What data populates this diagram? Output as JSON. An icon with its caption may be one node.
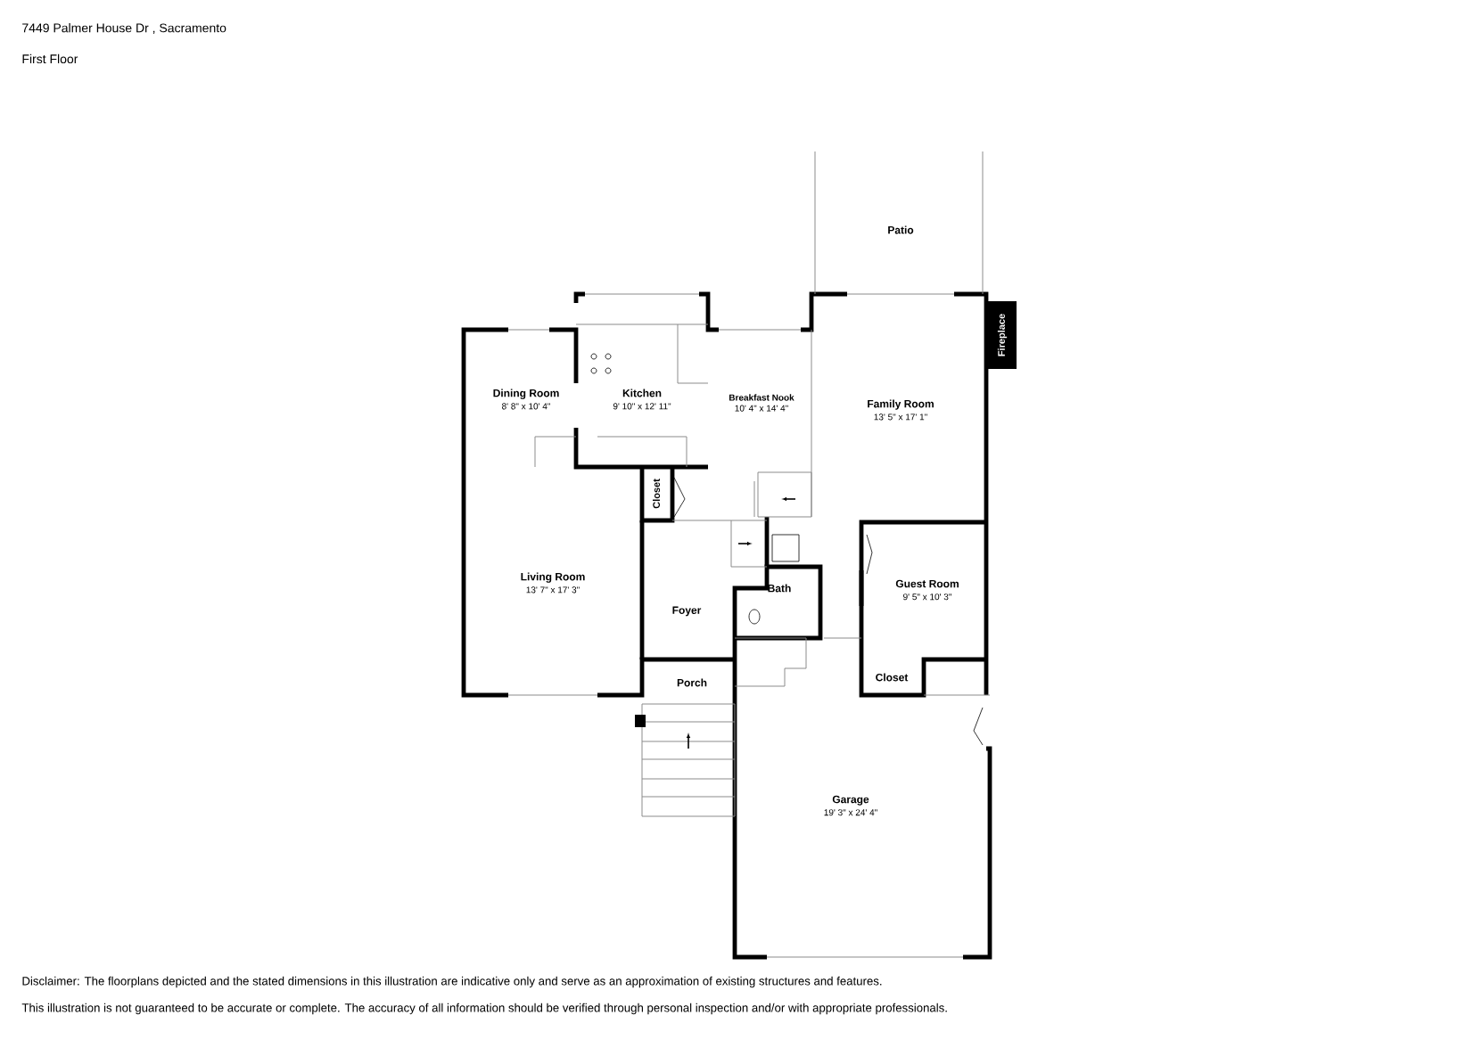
{
  "diagram": {
    "title": "7449 Palmer House Dr , Sacramento",
    "nodes": [
      {
        "text": [
          "Patio"
        ]
      },
      {
        "text": [
          "Dining Room",
          "8' 8\" x 10' 4\""
        ]
      },
      {
        "text": [
          "Kitchen",
          "9' 10\" x 12' 11\""
        ]
      },
      {
        "text": [
          "Breakfast Nook",
          "10' 4\" x 14' 4\""
        ]
      },
      {
        "text": [
          "Family Room",
          "13' 5\" x 17' 1\""
        ]
      },
      {
        "text": [
          "Fireplace"
        ]
      },
      {
        "text": [
          "Closet"
        ]
      },
      {
        "text": [
          "Living Room",
          "13' 7\" x 17' 3\""
        ]
      },
      {
        "text": [
          "Bath"
        ]
      },
      {
        "text": [
          "Guest Room",
          "9' 5\" x 10' 3\""
        ]
      },
      {
        "text": [
          "Foyer"
        ]
      },
      {
        "text": [
          "Porch"
        ]
      },
      {
        "text": [
          "Closet"
        ]
      },
      {
        "text": [
          "Garage",
          "19' 3\" x 24' 4\""
        ]
      }
    ],
    "labels": [
      "First Floor",
      "Disclaimer: The floorplans depicted and the stated dimensions in this illustration are indicative only and serve as an approximation of existing structures and features.",
      "This illustration is not guaranteed to be accurate or complete. The accuracy of all information should be verified through personal inspection and/or with appropriate professionals."
    ]
  }
}
